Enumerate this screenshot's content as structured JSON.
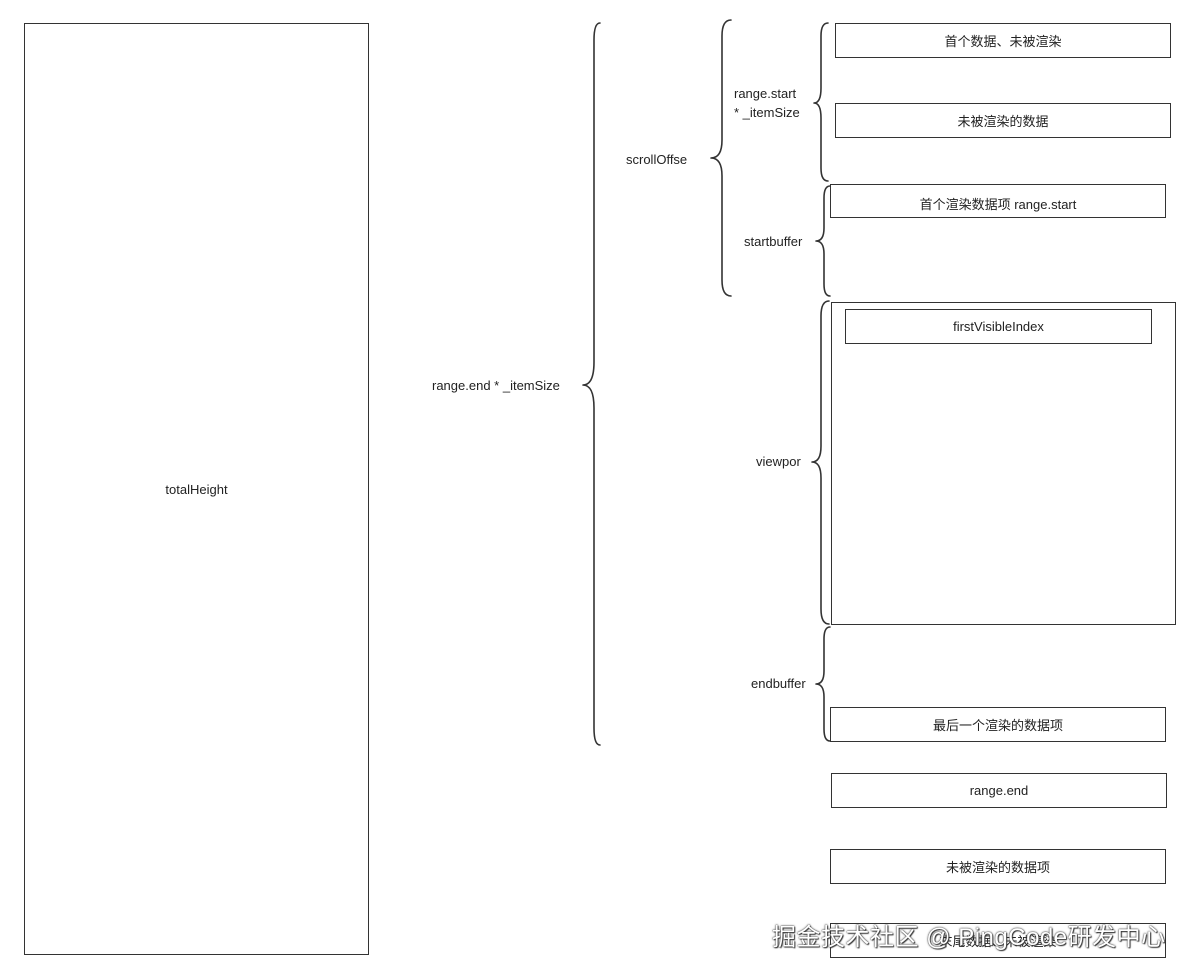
{
  "total_box": {
    "label": "totalHeight"
  },
  "labels": {
    "range_end_item_size": "range.end * _itemSize",
    "scroll_offset": "scrollOffse",
    "range_start_line1": "range.start",
    "range_start_line2": "* _itemSize",
    "start_buffer": "startbuffer",
    "viewport": "viewpor",
    "end_buffer": "endbuffer"
  },
  "items": {
    "first_unrendered": "首个数据、未被渲染",
    "unrendered_data": "未被渲染的数据",
    "first_rendered": "首个渲染数据项 range.start",
    "first_visible": "firstVisibleIndex",
    "last_rendered": "最后一个渲染的数据项",
    "range_end": "range.end",
    "unrendered_item": "未被渲染的数据项",
    "tail_item": "末尾数据、未被渲染"
  },
  "watermark": "掘金技术社区 @ PingCode研发中心"
}
